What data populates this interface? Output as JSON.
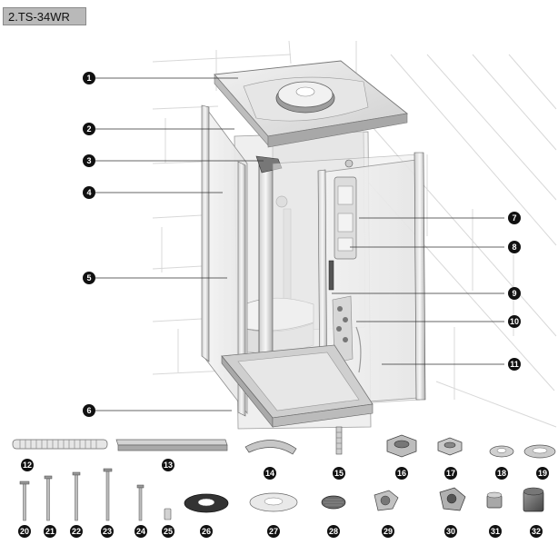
{
  "model_label": "2.TS-34WR",
  "callouts": [
    "1",
    "2",
    "3",
    "4",
    "5",
    "6",
    "7",
    "8",
    "9",
    "10",
    "11"
  ],
  "parts": [
    "12",
    "13",
    "14",
    "15",
    "16",
    "17",
    "18",
    "19",
    "20",
    "21",
    "22",
    "23",
    "24",
    "25",
    "26",
    "27",
    "28",
    "29",
    "30",
    "31",
    "32"
  ]
}
